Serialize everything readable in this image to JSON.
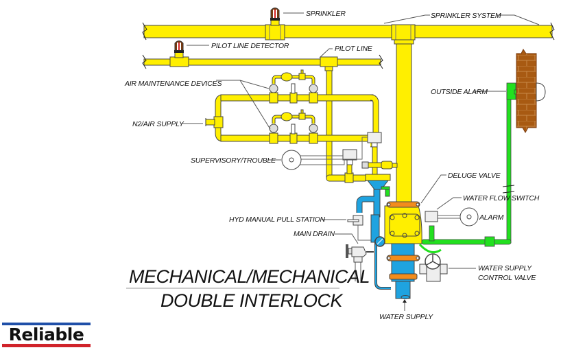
{
  "title": {
    "line1": "MECHANICAL/MECHANICAL",
    "line2": "DOUBLE INTERLOCK"
  },
  "labels": {
    "sprinkler": "SPRINKLER",
    "sprinkler_system": "SPRINKLER SYSTEM",
    "pilot_line_detector": "PILOT LINE DETECTOR",
    "pilot_line": "PILOT LINE",
    "air_maintenance_devices": "AIR MAINTENANCE DEVICES",
    "n2_air_supply": "N2/AIR SUPPLY",
    "outside_alarm": "OUTSIDE ALARM",
    "supervisory_trouble": "SUPERVISORY/TROUBLE",
    "deluge_valve": "DELUGE VALVE",
    "water_flow_switch": "WATER FLOW SWITCH",
    "alarm": "ALARM",
    "hyd_manual_pull_station": "HYD MANUAL PULL STATION",
    "main_drain": "MAIN DRAIN",
    "water_supply_control_valve_1": "WATER SUPPLY",
    "water_supply_control_valve_2": "CONTROL VALVE",
    "water_supply": "WATER SUPPLY"
  },
  "logo": {
    "text": "Reliable"
  },
  "colors": {
    "pipe_yellow": "#ffef00",
    "water_blue": "#1fa3e0",
    "alarm_green": "#22e01f",
    "flange_orange": "#f28c1c",
    "brick": "#a85a12",
    "logo_blue": "#1f4fa8",
    "logo_red": "#d0232a"
  }
}
